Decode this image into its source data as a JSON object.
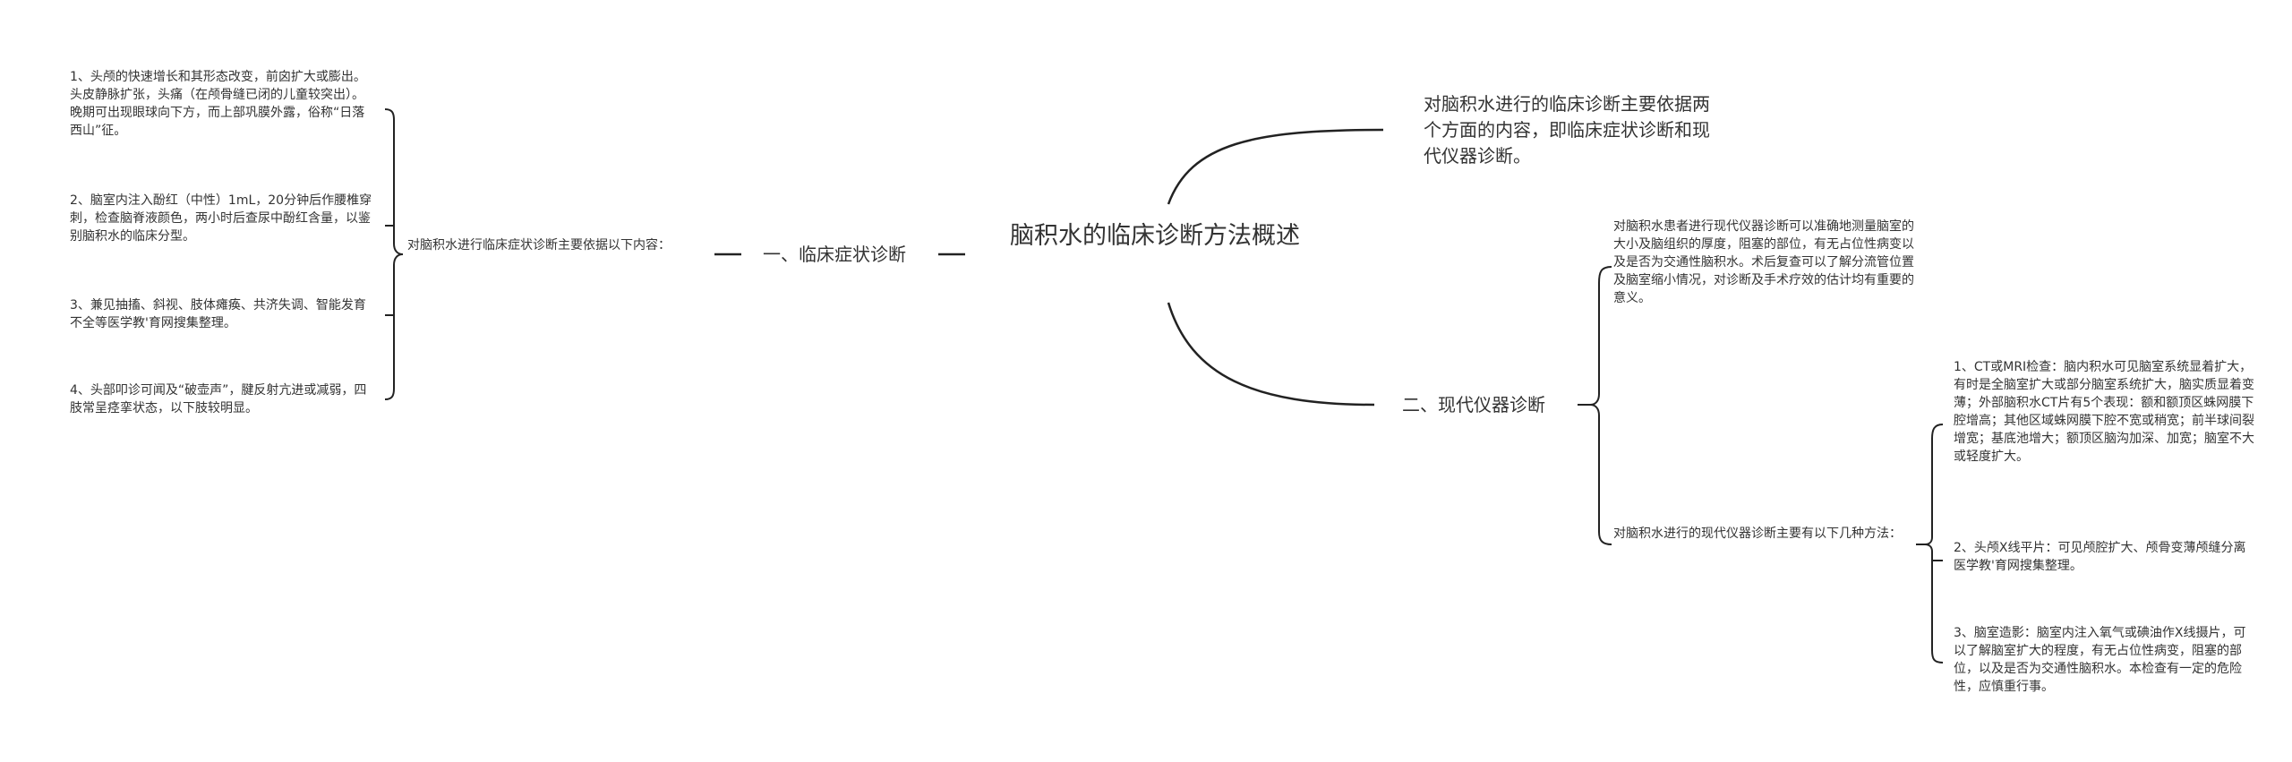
{
  "center": {
    "title": "脑积水的临床诊断方法概述"
  },
  "intro": {
    "text": "对脑积水进行的临床诊断主要依据两个方面的内容，即临床症状诊断和现代仪器诊断。"
  },
  "left_branch": {
    "label": "一、临床症状诊断",
    "sub_label": "对脑积水进行临床症状诊断主要依据以下内容：",
    "items": [
      "1、头颅的快速增长和其形态改变，前囟扩大或膨出。头皮静脉扩张，头痛（在颅骨缝已闭的儿童较突出）。晚期可出现眼球向下方，而上部巩膜外露，俗称“日落西山”征。",
      "2、脑室内注入酚红（中性）1mL，20分钟后作腰椎穿刺，检查脑脊液颜色，两小时后查尿中酚红含量，以鉴别脑积水的临床分型。",
      "3、兼见抽搐、斜视、肢体瘫痪、共济失调、智能发育不全等医学教'育网搜集整理。",
      "4、头部叩诊可闻及“破壶声”，腱反射亢进或减弱，四肢常呈痉挛状态，以下肢较明显。"
    ]
  },
  "right_branch": {
    "label": "二、现代仪器诊断",
    "desc": "对脑积水患者进行现代仪器诊断可以准确地测量脑室的大小及脑组织的厚度，阻塞的部位，有无占位性病变以及是否为交通性脑积水。术后复查可以了解分流管位置及脑室缩小情况，对诊断及手术疗效的估计均有重要的意义。",
    "sub_label": "对脑积水进行的现代仪器诊断主要有以下几种方法：",
    "items": [
      "1、CT或MRI检查：脑内积水可见脑室系统显着扩大，有时是全脑室扩大或部分脑室系统扩大，脑实质显着变薄；外部脑积水CT片有5个表现：额和额顶区蛛网膜下腔增高；其他区域蛛网膜下腔不宽或稍宽；前半球间裂增宽；基底池增大；额顶区脑沟加深、加宽；脑室不大或轻度扩大。",
      "2、头颅X线平片：可见颅腔扩大、颅骨变薄颅缝分离医学教'育网搜集整理。",
      "3、脑室造影：脑室内注入氧气或碘油作X线摄片，可以了解脑室扩大的程度，有无占位性病变，阻塞的部位，以及是否为交通性脑积水。本检查有一定的危险性，应慎重行事。"
    ]
  },
  "colors": {
    "line": "#222222",
    "text": "#333333",
    "background": "#ffffff"
  }
}
